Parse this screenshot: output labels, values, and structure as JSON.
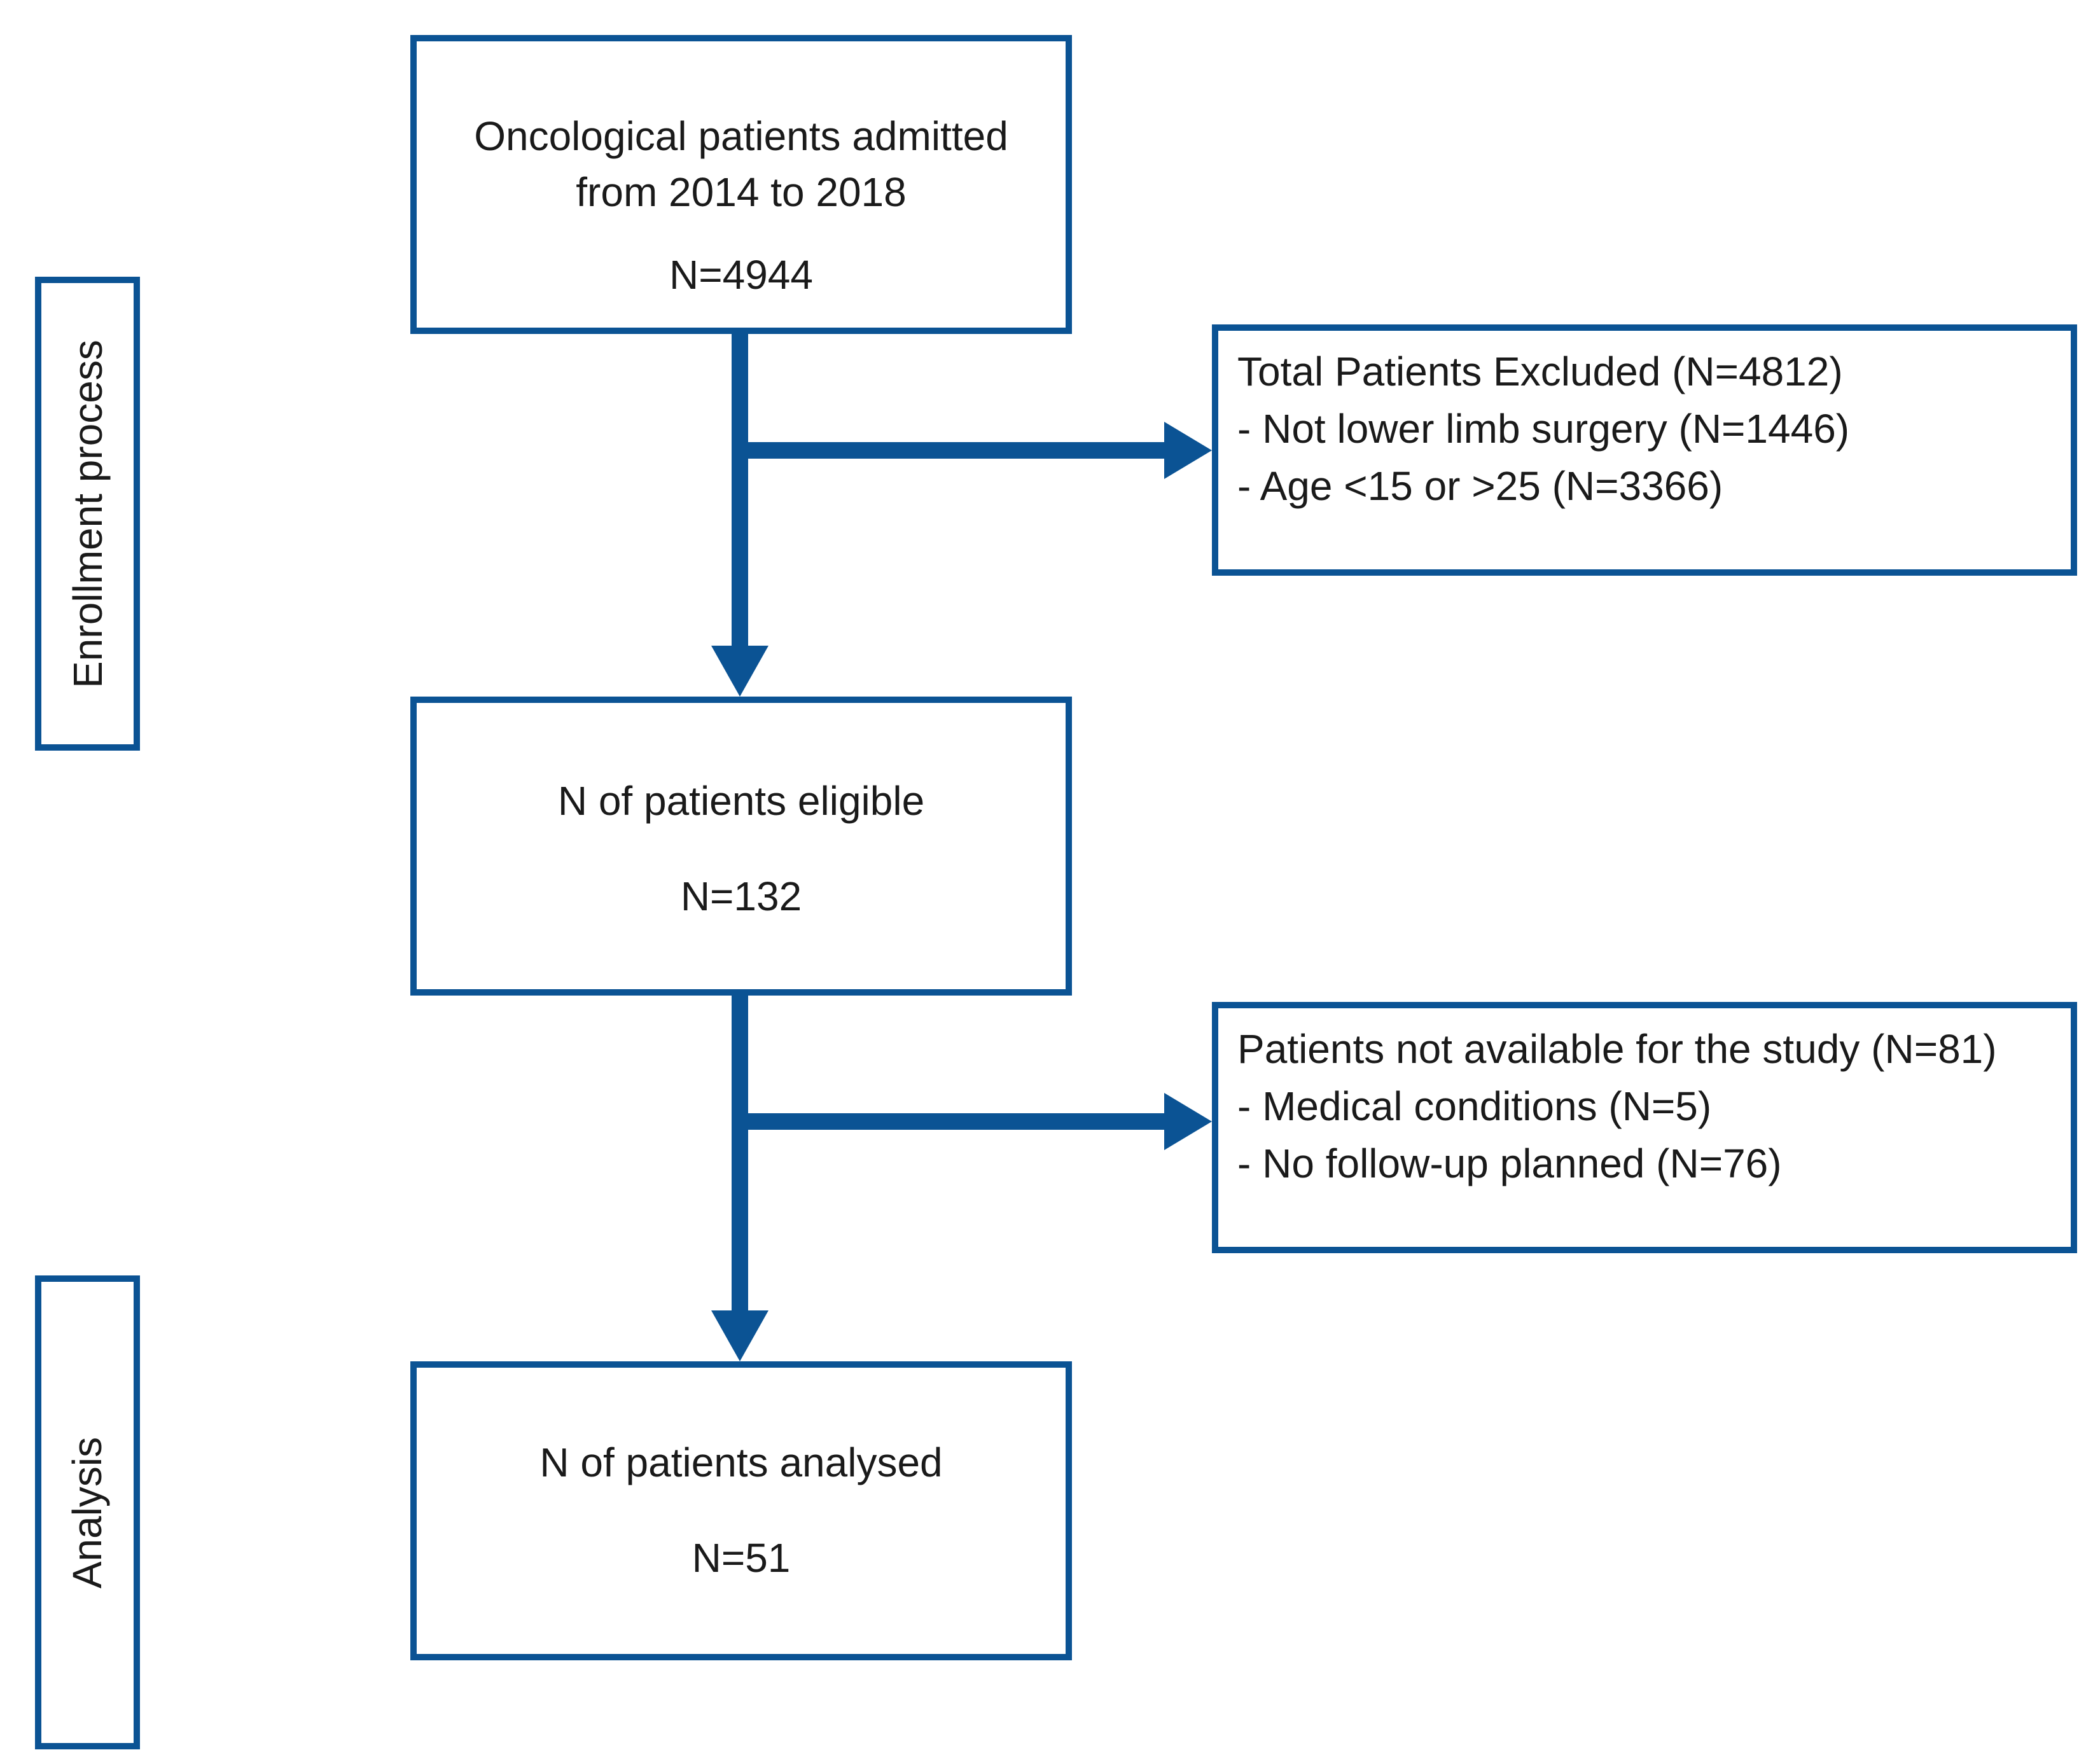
{
  "stages": {
    "enrollment": "Enrollment process",
    "analysis": "Analysis"
  },
  "boxes": {
    "admitted": {
      "line1": "Oncological patients admitted",
      "line2": "from 2014 to 2018",
      "count": "N=4944"
    },
    "eligible": {
      "line1": "N of patients eligible",
      "count": "N=132"
    },
    "analysed": {
      "line1": "N of patients analysed",
      "count": "N=51"
    }
  },
  "exclusions": {
    "first": {
      "title": "Total Patients Excluded (N=4812)",
      "items": [
        "- Not lower limb surgery (N=1446)",
        "- Age <15 or >25 (N=3366)"
      ]
    },
    "second": {
      "title": "Patients not available for the study (N=81)",
      "items": [
        "- Medical conditions (N=5)",
        "- No follow-up planned (N=76)"
      ]
    }
  },
  "colors": {
    "line": "#0b5394"
  }
}
